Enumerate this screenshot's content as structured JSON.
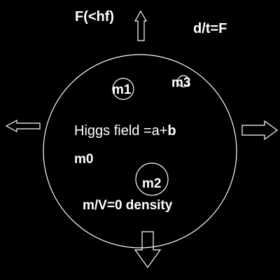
{
  "colors": {
    "background": "#000000",
    "foreground": "#ffffff"
  },
  "labels": {
    "top_force": "F(<hf)",
    "rate_equation": "d/t=F",
    "mass_1": "m1",
    "mass_3": "m3",
    "field_prefix": "Higgs field =a+",
    "field_suffix": "b",
    "mass_0": "m0",
    "mass_2": "m2",
    "density": "m/V=0 density"
  },
  "icons": {
    "arrow_up": "arrow-up-icon",
    "arrow_down": "arrow-down-icon",
    "arrow_left": "arrow-left-icon",
    "arrow_right": "arrow-right-icon"
  }
}
